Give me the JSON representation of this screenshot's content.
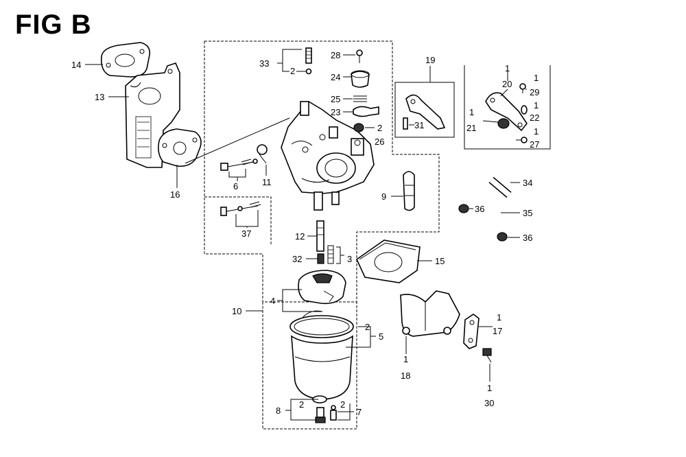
{
  "figure": {
    "title": "FIG B"
  },
  "labels": {
    "p1a": "1",
    "p1b": "1",
    "p1c": "1",
    "p1d": "1",
    "p1e": "1",
    "p1f": "1",
    "p1g": "1",
    "p2a": "2",
    "p2b": "2",
    "p2c": "2",
    "p2d": "2",
    "p2e": "2",
    "p3": "3",
    "p4": "4",
    "p5": "5",
    "p6": "6",
    "p7": "7",
    "p8": "8",
    "p9": "9",
    "p10": "10",
    "p11": "11",
    "p12": "12",
    "p13": "13",
    "p14": "14",
    "p15": "15",
    "p16": "16",
    "p17": "17",
    "p18": "18",
    "p19": "19",
    "p20": "20",
    "p21": "21",
    "p22": "22",
    "p23": "23",
    "p24": "24",
    "p25": "25",
    "p26": "26",
    "p27": "27",
    "p28": "28",
    "p29": "29",
    "p30": "30",
    "p31": "31",
    "p32": "32",
    "p33": "33",
    "p34": "34",
    "p35": "35",
    "p36a": "36",
    "p36b": "36",
    "p37": "37"
  }
}
